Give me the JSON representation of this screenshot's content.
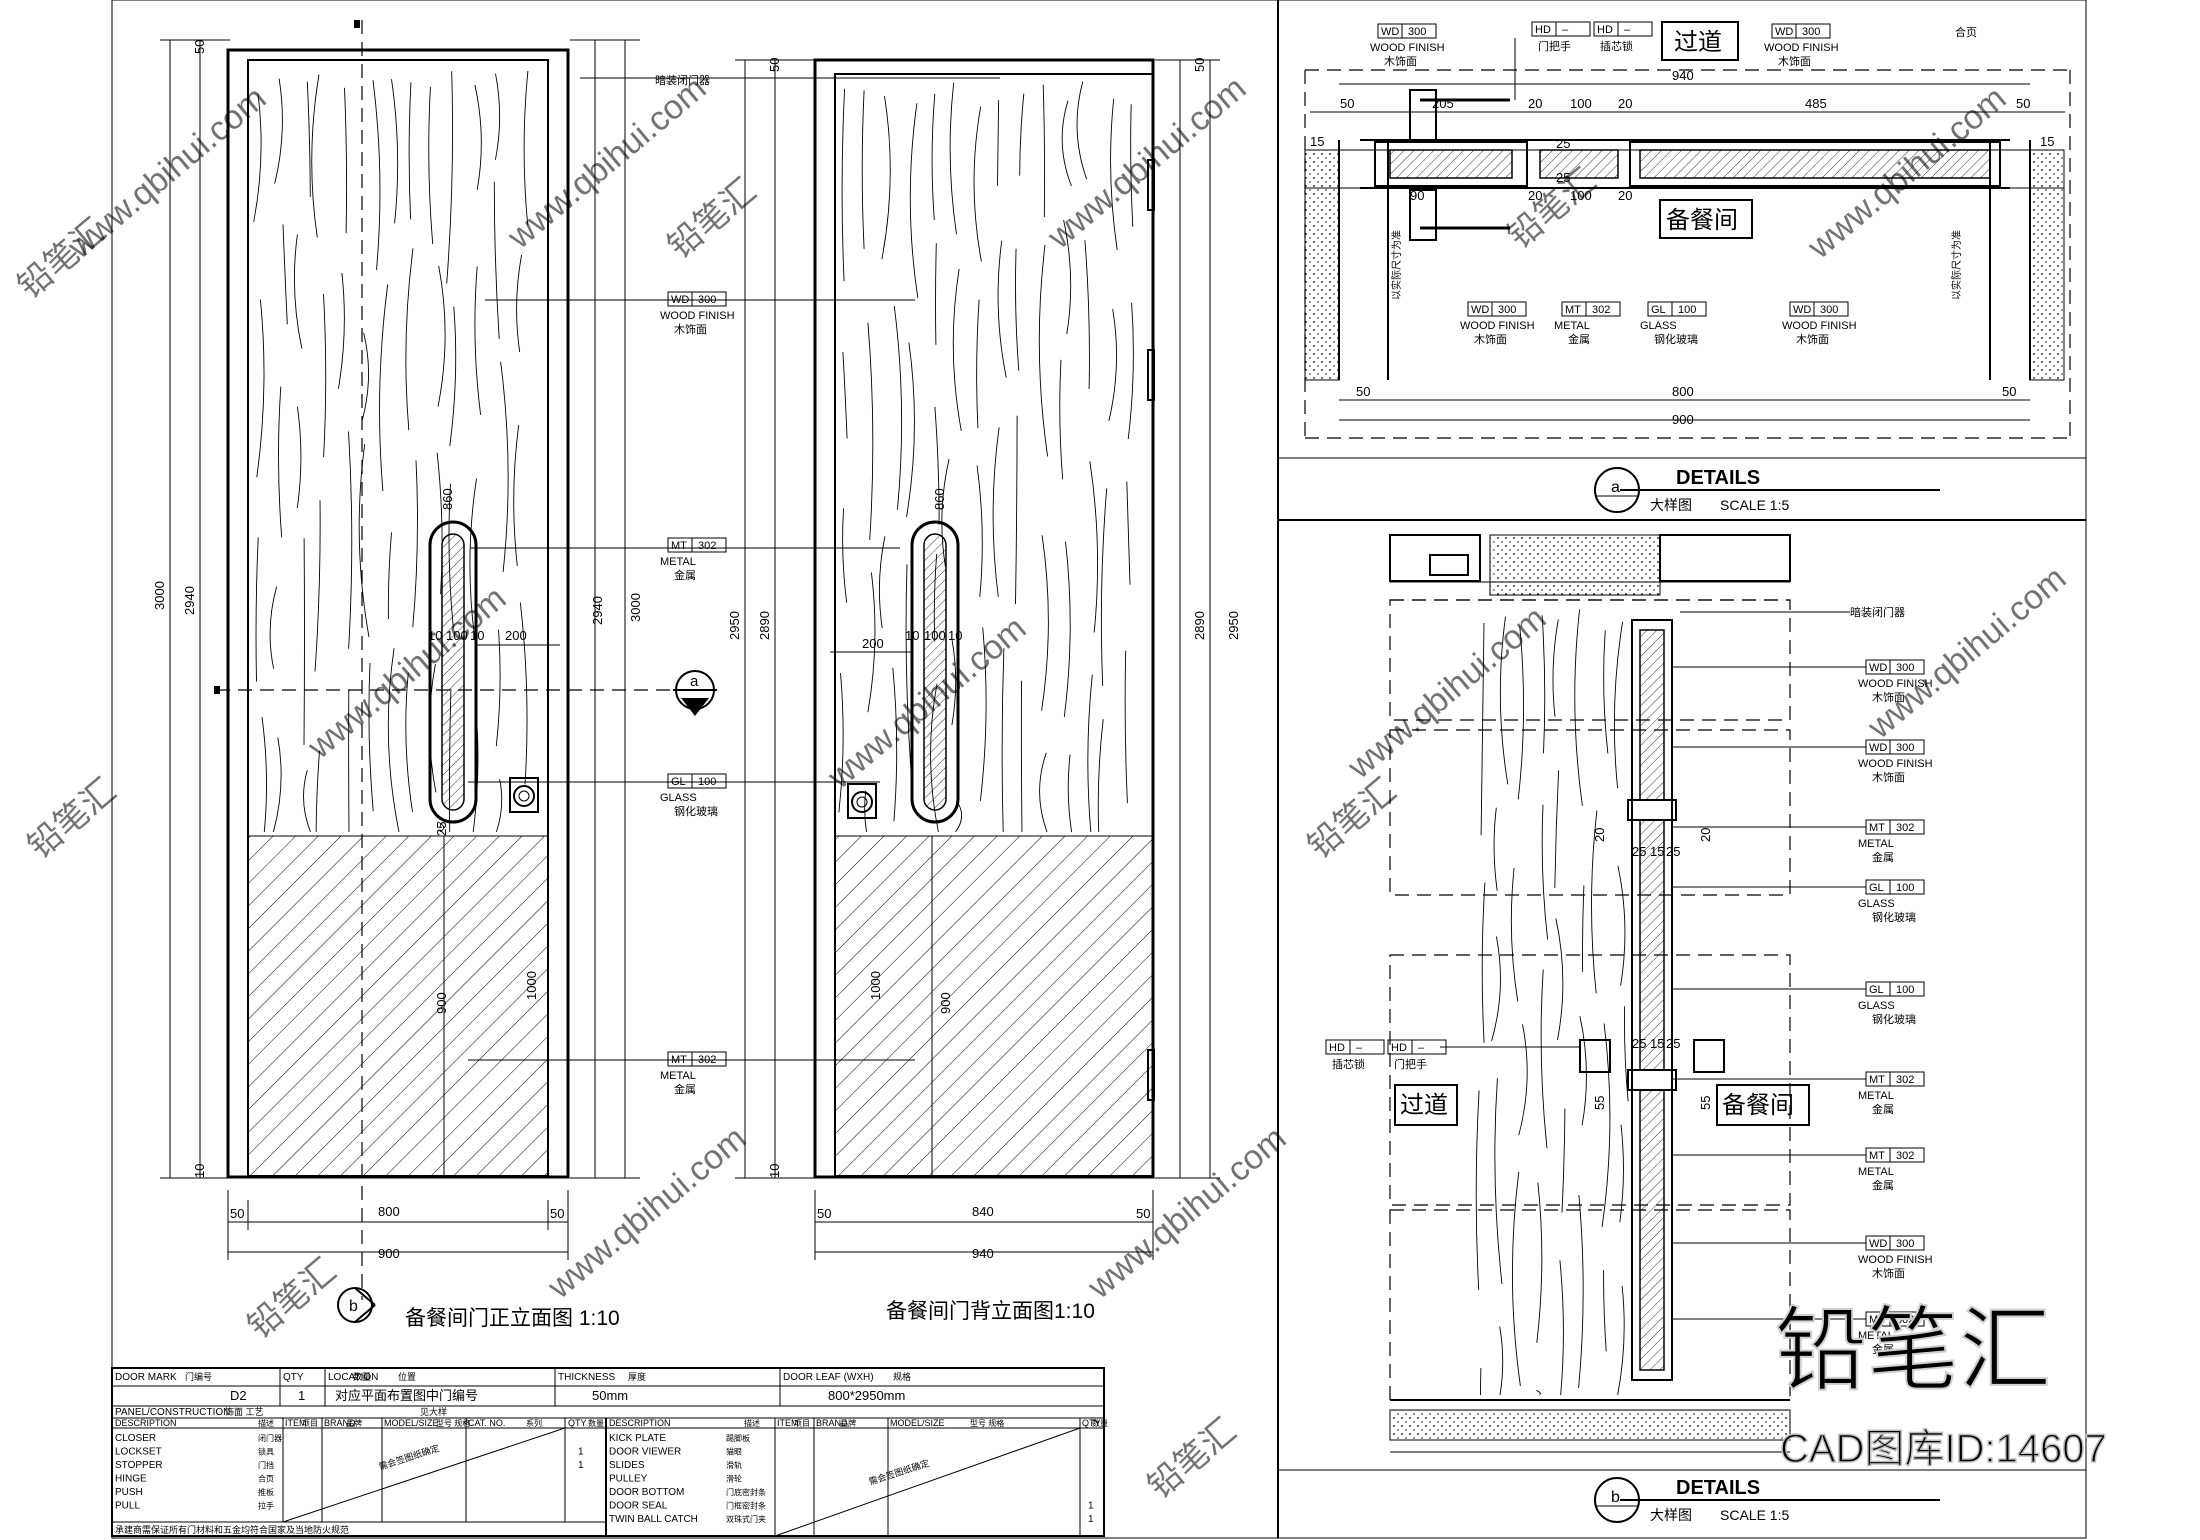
{
  "front_view": {
    "title": "备餐间门正立面图 1:10",
    "marker": "b",
    "dims": {
      "overall_h": "3000",
      "door_h": "2940",
      "top": "50",
      "bottom": "10",
      "right_h1": "2940",
      "right_h2": "3000",
      "width_inner": "800",
      "width_total": "900",
      "side": "50",
      "handle_h": "860",
      "handle_seg": [
        "10",
        "100",
        "10"
      ],
      "handle_offset": "200",
      "lower_900": "900",
      "lower_1000": "1000",
      "gap_25": "25"
    }
  },
  "back_view": {
    "title": "备餐间门背立面图1:10",
    "dims": {
      "overall_h": "2950",
      "door_h": "2890",
      "top": "50",
      "bottom": "10",
      "right_h1": "2890",
      "right_h2": "2950",
      "width_inner": "840",
      "width_total": "940",
      "side": "50",
      "handle_h": "860",
      "handle_seg": [
        "10",
        "100",
        "10"
      ],
      "handle_offset": "200",
      "lower_900": "900",
      "lower_1000": "1000"
    }
  },
  "section_marker": "a",
  "tags": {
    "wd": {
      "code": "WD",
      "num": "300",
      "en": "WOOD FINISH",
      "cn": "木饰面"
    },
    "mt": {
      "code": "MT",
      "num": "302",
      "en": "METAL",
      "cn": "金属"
    },
    "gl": {
      "code": "GL",
      "num": "100",
      "en": "GLASS",
      "cn": "钢化玻璃"
    },
    "hd_pull": {
      "code": "HD",
      "num": "–",
      "cn": "门把手"
    },
    "hd_bolt": {
      "code": "HD",
      "num": "–",
      "cn": "插芯锁"
    }
  },
  "labels": {
    "closer": "暗装闭门器",
    "hinge": "合页",
    "corridor": "过道",
    "pantry": "备餐间",
    "wall_dim": "以实际尺寸为准"
  },
  "detail_a": {
    "title": "DETAILS",
    "subtitle": "大样图",
    "scale": "SCALE 1:5",
    "marker": "a",
    "dims_top": [
      "50",
      "205",
      "20",
      "100",
      "20",
      "485",
      "50"
    ],
    "total_top": "940",
    "dims_bottom": [
      "50",
      "800",
      "50"
    ],
    "total_bottom": "900",
    "small": [
      "90",
      "20",
      "100",
      "20",
      "25",
      "25",
      "15",
      "15"
    ]
  },
  "detail_b": {
    "title": "DETAILS",
    "subtitle": "大样图",
    "scale": "SCALE 1:5",
    "marker": "b",
    "small": [
      "20",
      "25",
      "15",
      "25",
      "20",
      "25",
      "15",
      "25",
      "55",
      "55"
    ]
  },
  "schedule": {
    "row1": [
      {
        "en": "DOOR MARK",
        "cn": "门编号"
      },
      {
        "en": "QTY",
        "cn": "数量"
      },
      {
        "en": "LOCATION",
        "cn": "位置"
      },
      {
        "en": "THICKNESS",
        "cn": "厚度"
      },
      {
        "en": "DOOR LEAF (WXH)",
        "cn": "规格"
      }
    ],
    "row2": [
      "D2",
      "1",
      "对应平面布置图中门编号",
      "50mm",
      "800*2950mm"
    ],
    "panel": {
      "en": "PANEL/CONSTRUCTION",
      "cn": "饰面 工艺",
      "val": "见大样"
    },
    "hdr_left": [
      "DESCRIPTION",
      "描述",
      "ITEM",
      "项目",
      "BRAND",
      "品牌",
      "MODEL/SIZE",
      "型号 规格",
      "CAT. NO.",
      "系列",
      "QTY",
      "数量"
    ],
    "hdr_right": [
      "DESCRIPTION",
      "描述",
      "ITEM",
      "项目",
      "BRAND",
      "品牌",
      "MODEL/SIZE",
      "型号 规格",
      "QTY",
      "数量"
    ],
    "items_left": [
      {
        "en": "CLOSER",
        "cn": "闭门器",
        "qty": ""
      },
      {
        "en": "LOCKSET",
        "cn": "锁具",
        "qty": "1"
      },
      {
        "en": "STOPPER",
        "cn": "门挡",
        "qty": "1"
      },
      {
        "en": "HINGE",
        "cn": "合页",
        "qty": ""
      },
      {
        "en": "PUSH",
        "cn": "推板",
        "qty": ""
      },
      {
        "en": "PULL",
        "cn": "拉手",
        "qty": ""
      }
    ],
    "items_right": [
      {
        "en": "KICK PLATE",
        "cn": "踢脚板",
        "qty": ""
      },
      {
        "en": "DOOR VIEWER",
        "cn": "猫眼",
        "qty": ""
      },
      {
        "en": "SLIDES",
        "cn": "滑轨",
        "qty": ""
      },
      {
        "en": "PULLEY",
        "cn": "滑轮",
        "qty": ""
      },
      {
        "en": "DOOR BOTTOM",
        "cn": "门底密封条",
        "qty": ""
      },
      {
        "en": "DOOR SEAL",
        "cn": "门框密封条",
        "qty": "1"
      },
      {
        "en": "TWIN BALL CATCH",
        "cn": "双珠式门夹",
        "qty": "1"
      }
    ],
    "note_left": "需会签图纸确定",
    "note_right": "需会签图纸确定",
    "footer": "承建商需保证所有门材料和五金均符合国家及当地防火规范"
  },
  "watermark": {
    "logo": "铅笔汇",
    "id": "CAD图库ID:14607",
    "url": "www.qbihui.com"
  }
}
